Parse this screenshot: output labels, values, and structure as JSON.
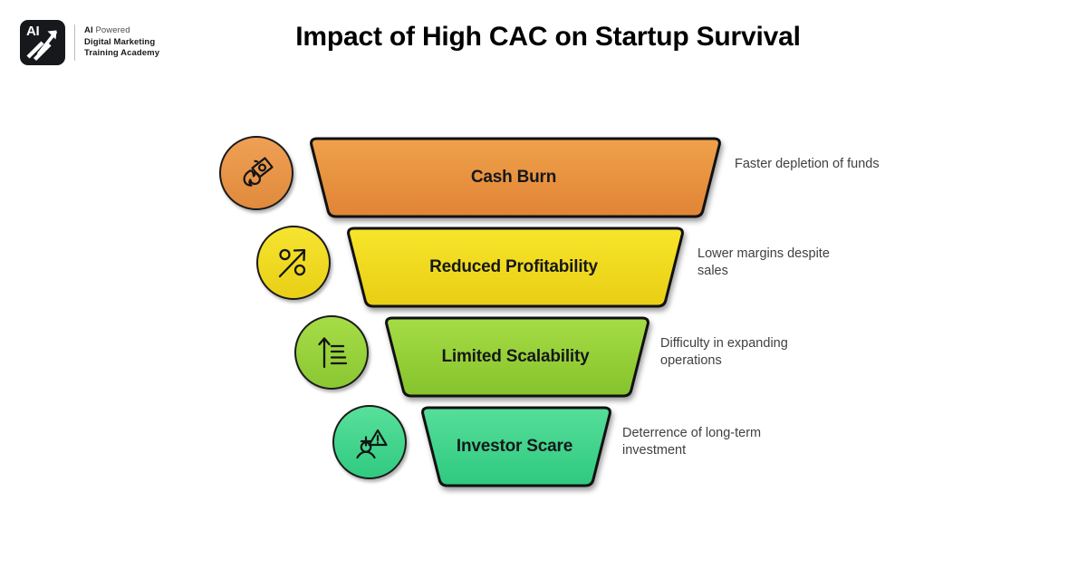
{
  "header": {
    "title": "Impact of High CAC on Startup Survival",
    "brand": {
      "mark_text": "AI",
      "mark_icon": "upward-arrow-icon",
      "line1_bold": "AI",
      "line1_light": "Powered",
      "line2": "Digital Marketing",
      "line3": "Training Academy"
    }
  },
  "funnel": {
    "stages": [
      {
        "label": "Cash Burn",
        "description": "Faster depletion of funds",
        "icon": "burning-money-icon",
        "color_top": "#F0A14A",
        "color_bottom": "#E08436",
        "icon_fill": "#E89247"
      },
      {
        "label": "Reduced Profitability",
        "description": "Lower margins despite sales",
        "icon": "percent-up-arrow-icon",
        "color_top": "#F7E52A",
        "color_bottom": "#E8CE15",
        "icon_fill": "#F2DD20"
      },
      {
        "label": "Limited Scalability",
        "description": "Difficulty in expanding operations",
        "icon": "arrow-bars-scalability-icon",
        "color_top": "#A5DC45",
        "color_bottom": "#86C32C",
        "icon_fill": "#9CD63E"
      },
      {
        "label": "Investor Scare",
        "description": "Deterrence of long-term investment",
        "icon": "investor-warning-icon",
        "color_top": "#55DE99",
        "color_bottom": "#2FC97F",
        "icon_fill": "#49D992"
      }
    ]
  },
  "colors": {
    "background": "#FFFFFF",
    "outline": "#111111",
    "title_text": "#000000",
    "description_text": "#3F4043",
    "brand_dark": "#16181C"
  }
}
